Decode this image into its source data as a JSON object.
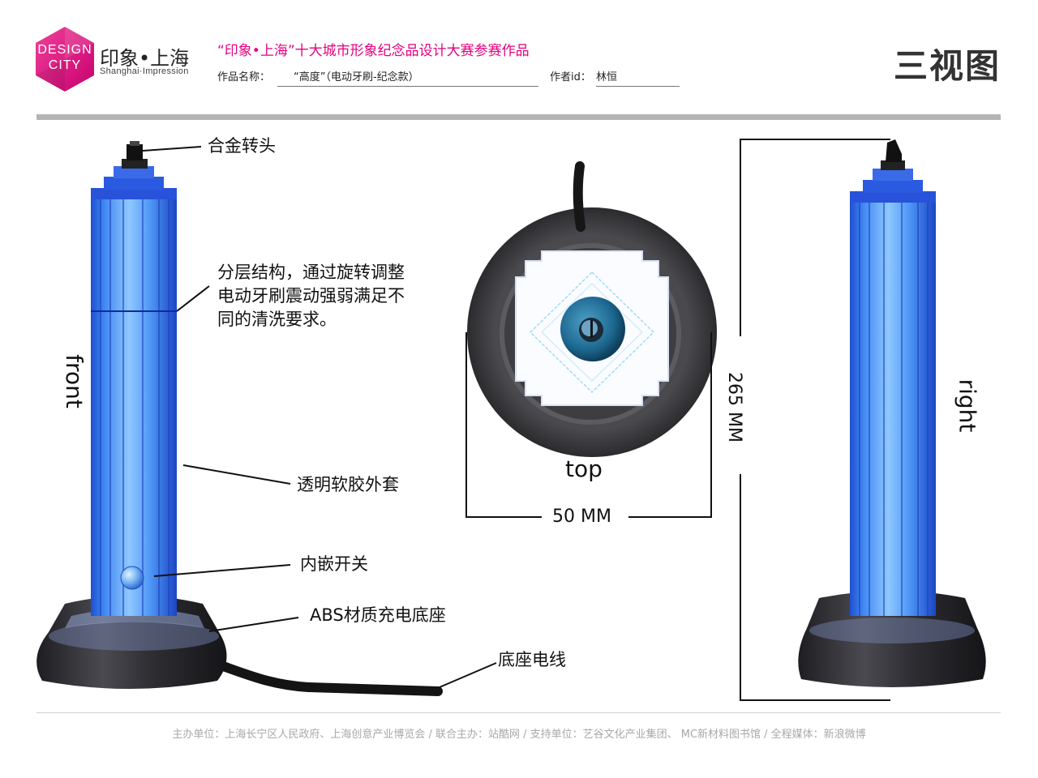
{
  "header": {
    "logo_text": [
      "DESIGN",
      "CITY"
    ],
    "brand_cn": "印象•上海",
    "brand_en": "Shanghai·Impression",
    "contest_title": "“印象•上海”十大城市形象纪念品设计大赛参赛作品",
    "work_name_label": "作品名称：",
    "work_name_value": "“高度”（电动牙刷-纪念款）",
    "author_label": "作者id：",
    "author_value": "林恒",
    "view_title": "三视图"
  },
  "annotations": {
    "alloy_head": "合金转头",
    "layered_structure": [
      "分层结构，通过旋转调整",
      "电动牙刷震动强弱满足不",
      "同的清洗要求。"
    ],
    "soft_sleeve": "透明软胶外套",
    "embedded_switch": "内嵌开关",
    "abs_base": "ABS材质充电底座",
    "base_cable": "底座电线"
  },
  "view_labels": {
    "front": "front",
    "top": "top",
    "right": "right"
  },
  "dimensions": {
    "width": "50 MM",
    "height": "265 MM"
  },
  "colors": {
    "brand_magenta": "#e4007f",
    "body_blue": "#2a6fe8",
    "base_dark": "#3a3a3d",
    "rule_gray": "#b5b5b5"
  },
  "footer": "主办单位：上海长宁区人民政府、上海创意产业博览会 / 联合主办：站酷网 / 支持单位：艺谷文化产业集团、 MC新材料图书馆 / 全程媒体：新浪微博"
}
